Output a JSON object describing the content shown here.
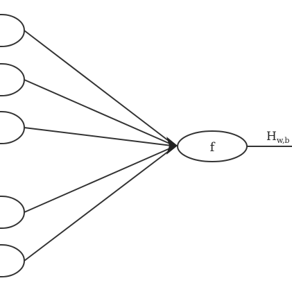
{
  "diagram": {
    "function_node_label": "f",
    "output_label_main": "H",
    "output_label_subscript": "w,b"
  },
  "colors": {
    "stroke": "#333333",
    "background": "#ffffff"
  }
}
